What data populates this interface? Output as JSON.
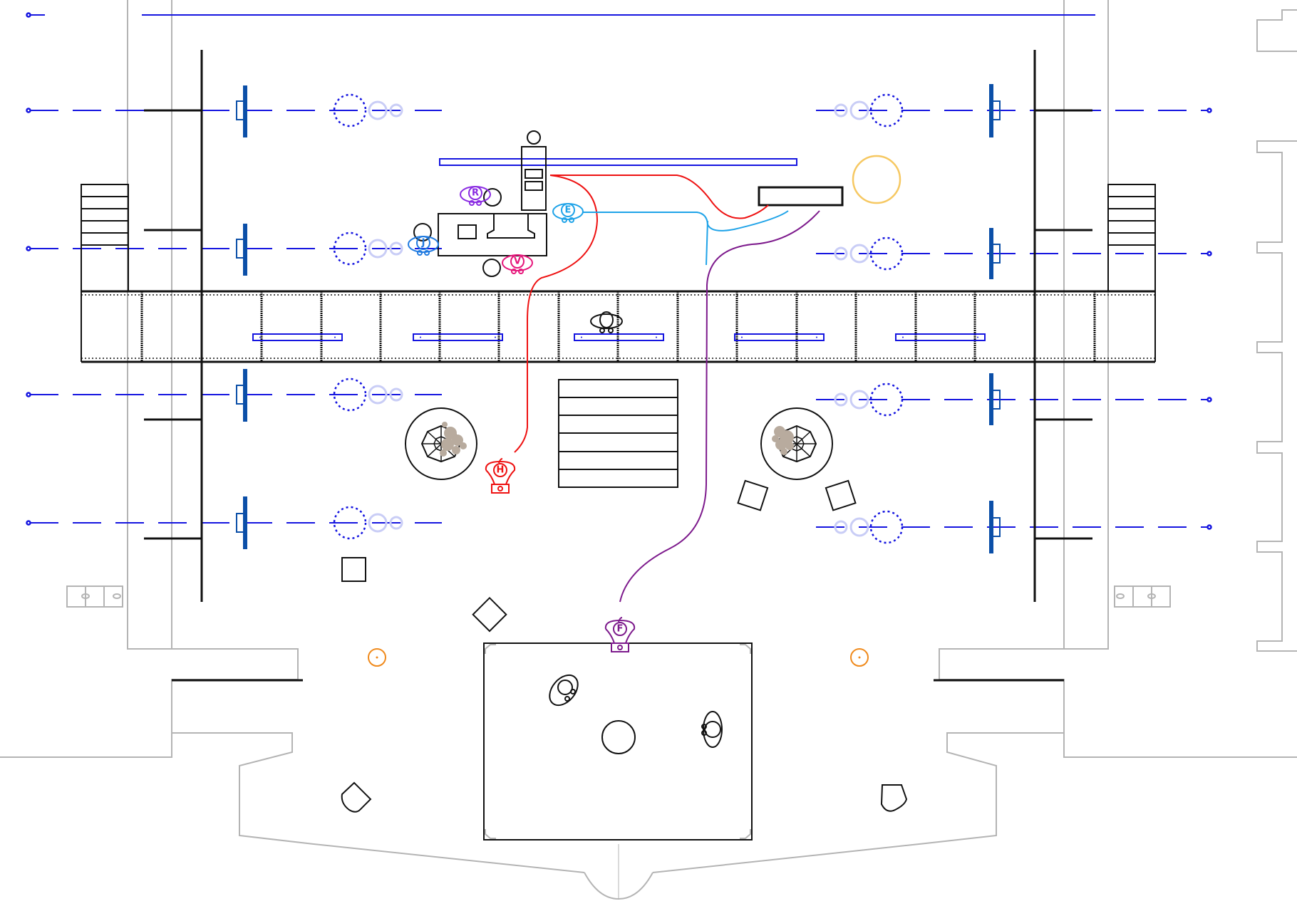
{
  "diagram": {
    "type": "stage-plot",
    "colors": {
      "walls": "#b4b4b4",
      "set": "#111111",
      "lighting": "#1515e0",
      "boom": "#0b4fa8",
      "faint_light": "#c9cdf6",
      "plant": "#b8ab9e",
      "orange_marker": "#f08a1c",
      "yellow_circle": "#f6c862"
    },
    "characters": [
      {
        "id": "R",
        "label": "R",
        "color": "#8a2be2",
        "pose": "seated"
      },
      {
        "id": "J",
        "label": "J",
        "color": "#1f7ae0",
        "pose": "seated"
      },
      {
        "id": "V",
        "label": "V",
        "color": "#e6157a",
        "pose": "seated"
      },
      {
        "id": "E",
        "label": "E",
        "color": "#1fa3e8",
        "pose": "seated"
      },
      {
        "id": "H",
        "label": "H",
        "color": "#ee1111",
        "pose": "standing"
      },
      {
        "id": "F",
        "label": "F",
        "color": "#7d1a8c",
        "pose": "standing"
      }
    ],
    "paths": [
      {
        "character": "H",
        "color": "#ee1111"
      },
      {
        "character": "E",
        "color": "#1fa3e8"
      },
      {
        "character": "F",
        "color": "#7d1a8c"
      }
    ]
  }
}
